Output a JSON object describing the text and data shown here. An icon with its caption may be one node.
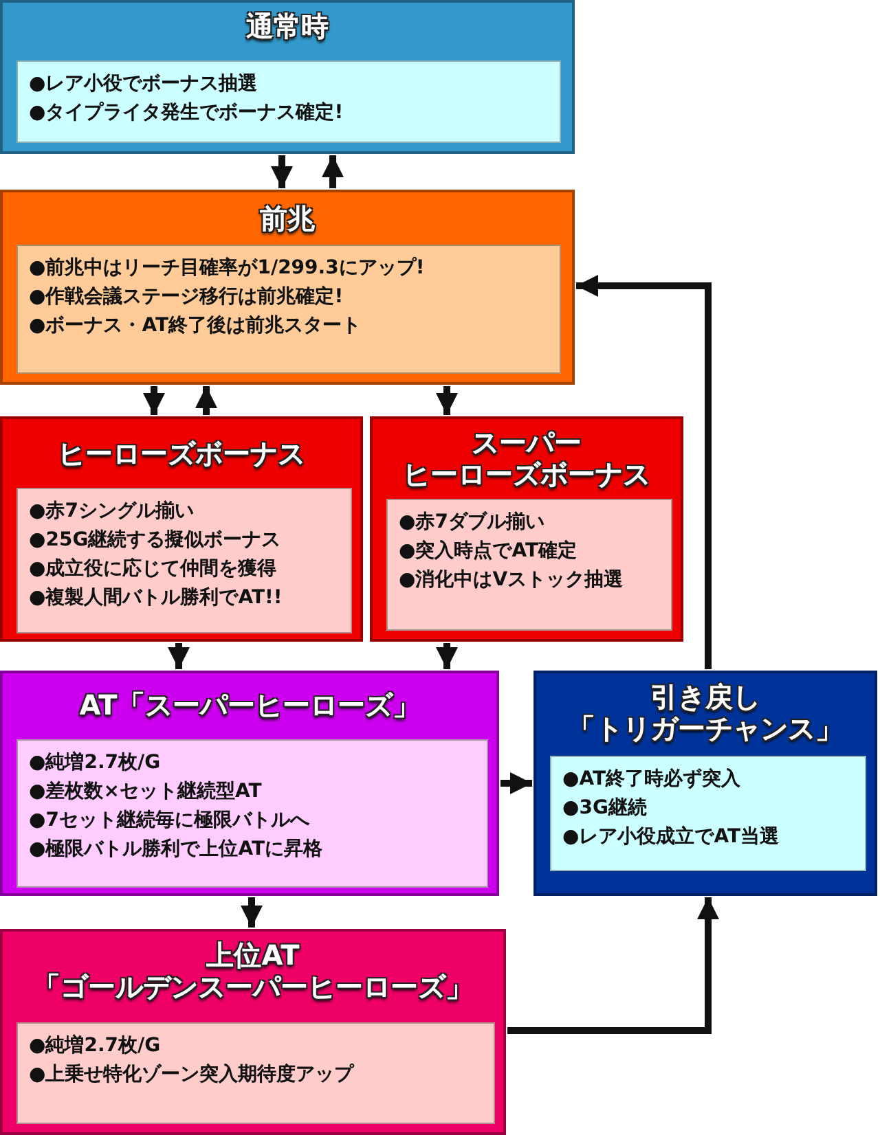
{
  "diagram": {
    "nodes": [
      {
        "text": [
          "通常時",
          "●レア小役でボーナス抽選",
          "●タイプライタ発生でボーナス確定!"
        ]
      },
      {
        "text": [
          "前兆",
          "●前兆中はリーチ目確率が1/299.3にアップ!",
          "●作戦会議ステージ移行は前兆確定!",
          "●ボーナス・AT終了後は前兆スタート"
        ]
      },
      {
        "text": [
          "ヒーローズボーナス",
          "●赤7シングル揃い",
          "●25G継続する擬似ボーナス",
          "●成立役に応じて仲間を獲得",
          "●複製人間バトル勝利でAT!!"
        ]
      },
      {
        "text": [
          "スーパーヒーローズボーナス",
          "●赤7ダブル揃い",
          "●突入時点でAT確定",
          "●消化中はVストック抽選"
        ]
      },
      {
        "text": [
          "AT「スーパーヒーローズ」",
          "●純増2.7枚/G",
          "●差枚数×セット継続型AT",
          "●7セット継続毎に極限バトルへ",
          "●極限バトル勝利で上位ATに昇格"
        ]
      },
      {
        "text": [
          "引き戻し「トリガーチャンス」",
          "●AT終了時必ず突入",
          "●3G継続",
          "●レア小役成立でAT当選"
        ]
      },
      {
        "text": [
          "上位AT「ゴールデンスーパーヒーローズ」",
          "●純増2.7枚/G",
          "●上乗せ特化ゾーン突入期待度アップ"
        ]
      }
    ],
    "edges": [
      {
        "from": 0,
        "to": 1,
        "arrow": "to"
      },
      {
        "from": 1,
        "to": 0,
        "arrow": "to"
      },
      {
        "from": 1,
        "to": 2,
        "arrow": "to"
      },
      {
        "from": 2,
        "to": 1,
        "arrow": "to"
      },
      {
        "from": 1,
        "to": 3,
        "arrow": "to"
      },
      {
        "from": 2,
        "to": 4,
        "arrow": "to"
      },
      {
        "from": 3,
        "to": 4,
        "arrow": "to"
      },
      {
        "from": 4,
        "to": 5,
        "arrow": "to"
      },
      {
        "from": 4,
        "to": 6,
        "arrow": "to"
      },
      {
        "from": 6,
        "to": 5,
        "arrow": "to"
      },
      {
        "from": 5,
        "to": 1,
        "arrow": "to"
      }
    ]
  }
}
